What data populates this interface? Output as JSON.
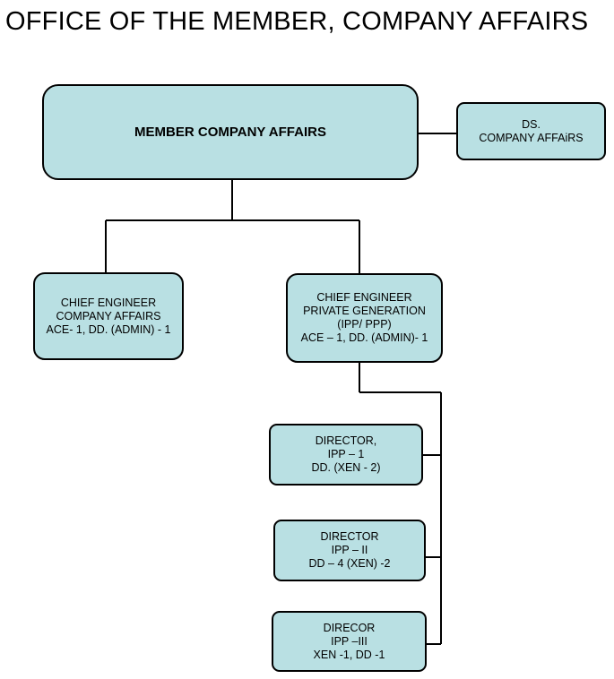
{
  "title": "OFFICE OF THE MEMBER, COMPANY AFFAIRS",
  "colors": {
    "box_fill": "#b9e0e3",
    "line": "#000000"
  },
  "nodes": {
    "member": {
      "lines": [
        "MEMBER  COMPANY AFFAIRS"
      ]
    },
    "ds": {
      "lines": [
        "DS.",
        "COMPANY AFFAiRS"
      ]
    },
    "ce_company": {
      "lines": [
        "CHIEF ENGINEER",
        "COMPANY AFFAIRS",
        "ACE- 1, DD. (ADMIN) - 1"
      ]
    },
    "ce_private": {
      "lines": [
        "CHIEF  ENGINEER",
        "PRIVATE GENERATION",
        "(IPP/ PPP)",
        "ACE – 1, DD. (ADMIN)- 1"
      ]
    },
    "dir_1": {
      "lines": [
        "DIRECTOR,",
        "IPP – 1",
        "DD. (XEN - 2)"
      ]
    },
    "dir_2": {
      "lines": [
        "DIRECTOR",
        "IPP – II",
        "DD – 4 (XEN) -2"
      ]
    },
    "dir_3": {
      "lines": [
        "DIRECOR",
        "IPP –III",
        "XEN -1, DD -1"
      ]
    }
  }
}
